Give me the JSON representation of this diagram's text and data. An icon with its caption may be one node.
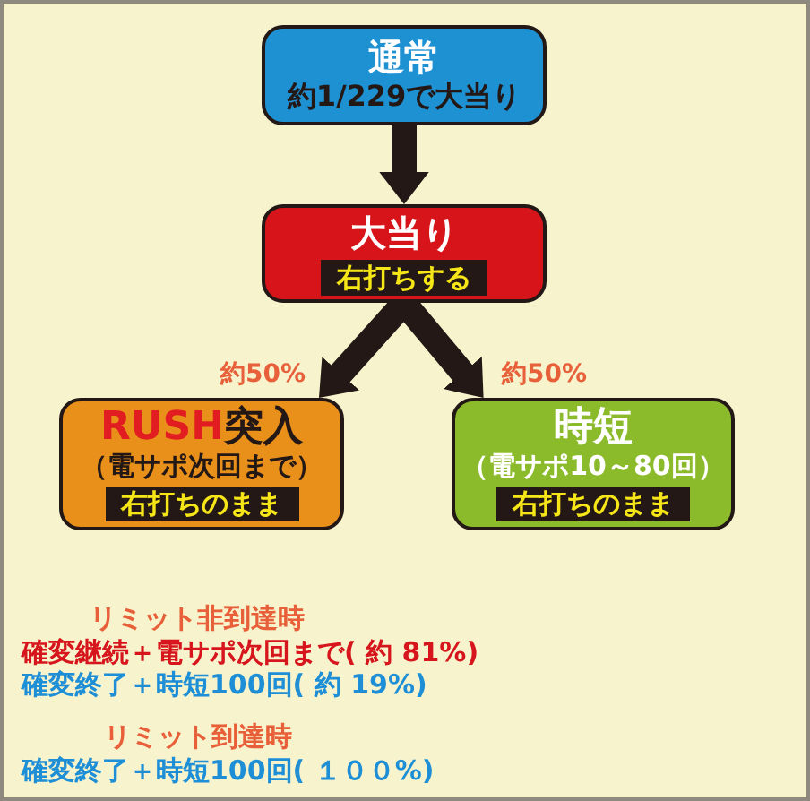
{
  "diagram": {
    "nodes": [
      {
        "text": [
          "通常",
          "約1/229で大当り"
        ]
      },
      {
        "text": [
          "大当り"
        ]
      },
      {
        "text": [
          "右打ちする"
        ],
        "in": 1
      },
      {
        "text": [
          "RUSH",
          "突入",
          "（電サポ次回まで）"
        ]
      },
      {
        "text": [
          "右打ちのまま"
        ],
        "in": 3
      },
      {
        "text": [
          "時短",
          "（電サポ10～80回）"
        ]
      },
      {
        "text": [
          "右打ちのまま"
        ],
        "in": 5
      }
    ],
    "edges": [
      {
        "from": 0,
        "to": 1,
        "arrow": "to"
      },
      {
        "from": 1,
        "to": 3,
        "arrow": "to",
        "label": "約50%"
      },
      {
        "from": 1,
        "to": 5,
        "arrow": "to",
        "label": "約50%"
      }
    ],
    "labels": [
      "リミット非到達時",
      "確変継続＋電サポ次回まで( 約 81%)",
      "確変終了＋時短100回( 約 19%)",
      "リミット到達時",
      "確変終了＋時短100回( １００%)"
    ]
  }
}
